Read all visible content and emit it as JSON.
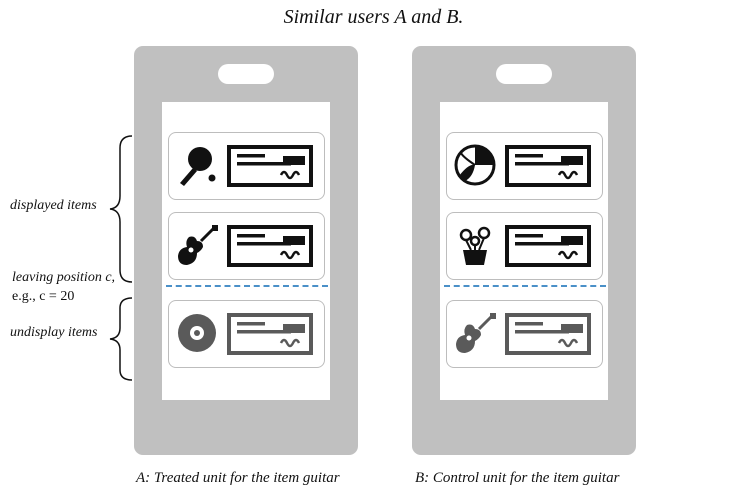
{
  "title": "Similar users A and B.",
  "captions": {
    "a": "A: Treated unit for the item guitar",
    "b": "B: Control unit for the item guitar"
  },
  "annotations": {
    "displayed": "displayed items",
    "leaving_position": "leaving position c,",
    "example": "e.g., c = 20",
    "undisplay": "undisplay items"
  },
  "phone_a": {
    "displayed": [
      {
        "icon": "ping-pong-icon"
      },
      {
        "icon": "guitar-icon"
      }
    ],
    "undisplayed": [
      {
        "icon": "disc-icon"
      }
    ]
  },
  "phone_b": {
    "displayed": [
      {
        "icon": "beach-ball-icon"
      },
      {
        "icon": "flower-pot-icon"
      }
    ],
    "undisplayed": [
      {
        "icon": "guitar-icon"
      }
    ]
  },
  "colors": {
    "phone_body": "#c0c0c0",
    "divider": "#4a90c8",
    "displayed_icon": "#111111",
    "undisplayed_icon": "#5a5a5a"
  }
}
